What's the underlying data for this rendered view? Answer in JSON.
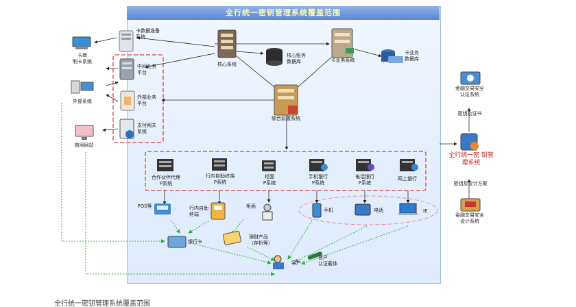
{
  "title": "全行统一密钥管理系统覆盖范围",
  "nodes": {
    "card_data_prep": "卡数据准备\n系统",
    "card_issuing": "卡商\n制卡系统",
    "middle_platform": "中间业务\n平台",
    "external_systems": "外部系统",
    "external_platform": "外部业务\n平台",
    "payment_gateway": "支付网关\n系统",
    "merchant_site": "商用网站",
    "core_system": "核心系统",
    "core_db": "核心账务\n数据库",
    "card_system": "卡业务系统",
    "card_db": "卡业务\n数据库",
    "integrated_frontend": "综合前置系统",
    "partner_agent": "合作伙伴代理\nP系统",
    "self_service": "行内自助终端\nP系统",
    "counter": "柜面\nP系统",
    "mobile_banking": "手机银行\nP系统",
    "phone_banking": "电话银行\nP系统",
    "online_banking": "网上银行",
    "pos": "POS等",
    "self_terminal": "行内自助\n终端",
    "counter_desk": "柜面",
    "mobile": "手机",
    "telephone": "电话",
    "ie": "IE",
    "bank_card": "银行卡",
    "wealth_product": "理财产品\n（存折等）",
    "customer": "客户",
    "customer_auth": "客户\n认证载体",
    "fin_security_auth": "金融交易安全\n认证系统",
    "key_and_cert": "密钥及证书",
    "kms_main": "全行统一密\n钥管理系统",
    "key_design": "密钥及设计方案",
    "fin_security_design": "金融交易安全\n设计系统"
  },
  "caption": "全行统一密钥管理系统覆盖范围",
  "colors": {
    "title_bar": "#5b86d1",
    "title_text": "#fff8b0",
    "dashed_red": "#e23b3b",
    "green_dotted": "#2fb43a",
    "arrow": "#222222",
    "highlight_red": "#c0282a"
  },
  "icons": {
    "server": "server-icon",
    "database": "database-icon",
    "monitor": "monitor-icon",
    "card": "card-icon",
    "phone": "phone-icon",
    "key": "key-icon",
    "gear": "gear-icon",
    "person": "person-icon"
  }
}
